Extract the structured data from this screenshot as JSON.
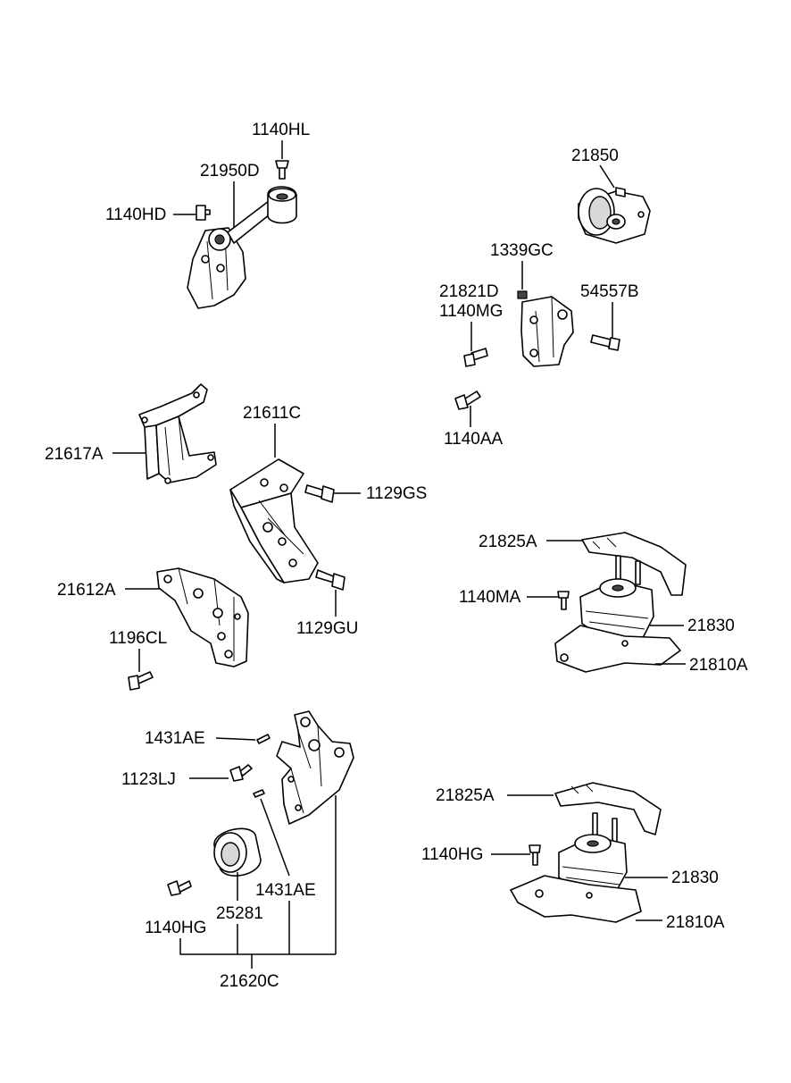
{
  "labels": {
    "l_1140HL": "1140HL",
    "l_21950D": "21950D",
    "l_1140HD": "1140HD",
    "l_21850": "21850",
    "l_1339GC": "1339GC",
    "l_21821D": "21821D",
    "l_1140MG": "1140MG",
    "l_54557B": "54557B",
    "l_1140AA": "1140AA",
    "l_21611C": "21611C",
    "l_21617A": "21617A",
    "l_1129GS": "1129GS",
    "l_21612A": "21612A",
    "l_1129GU": "1129GU",
    "l_1196CL": "1196CL",
    "l_21825A_top": "21825A",
    "l_1140MA": "1140MA",
    "l_21830_top": "21830",
    "l_21810A_top": "21810A",
    "l_1431AE_top": "1431AE",
    "l_1123LJ": "1123LJ",
    "l_1431AE_mid": "1431AE",
    "l_25281": "25281",
    "l_1140HG_left": "1140HG",
    "l_21620C": "21620C",
    "l_21825A_bot": "21825A",
    "l_1140HG_right": "1140HG",
    "l_21830_bot": "21830",
    "l_21810A_bot": "21810A"
  }
}
